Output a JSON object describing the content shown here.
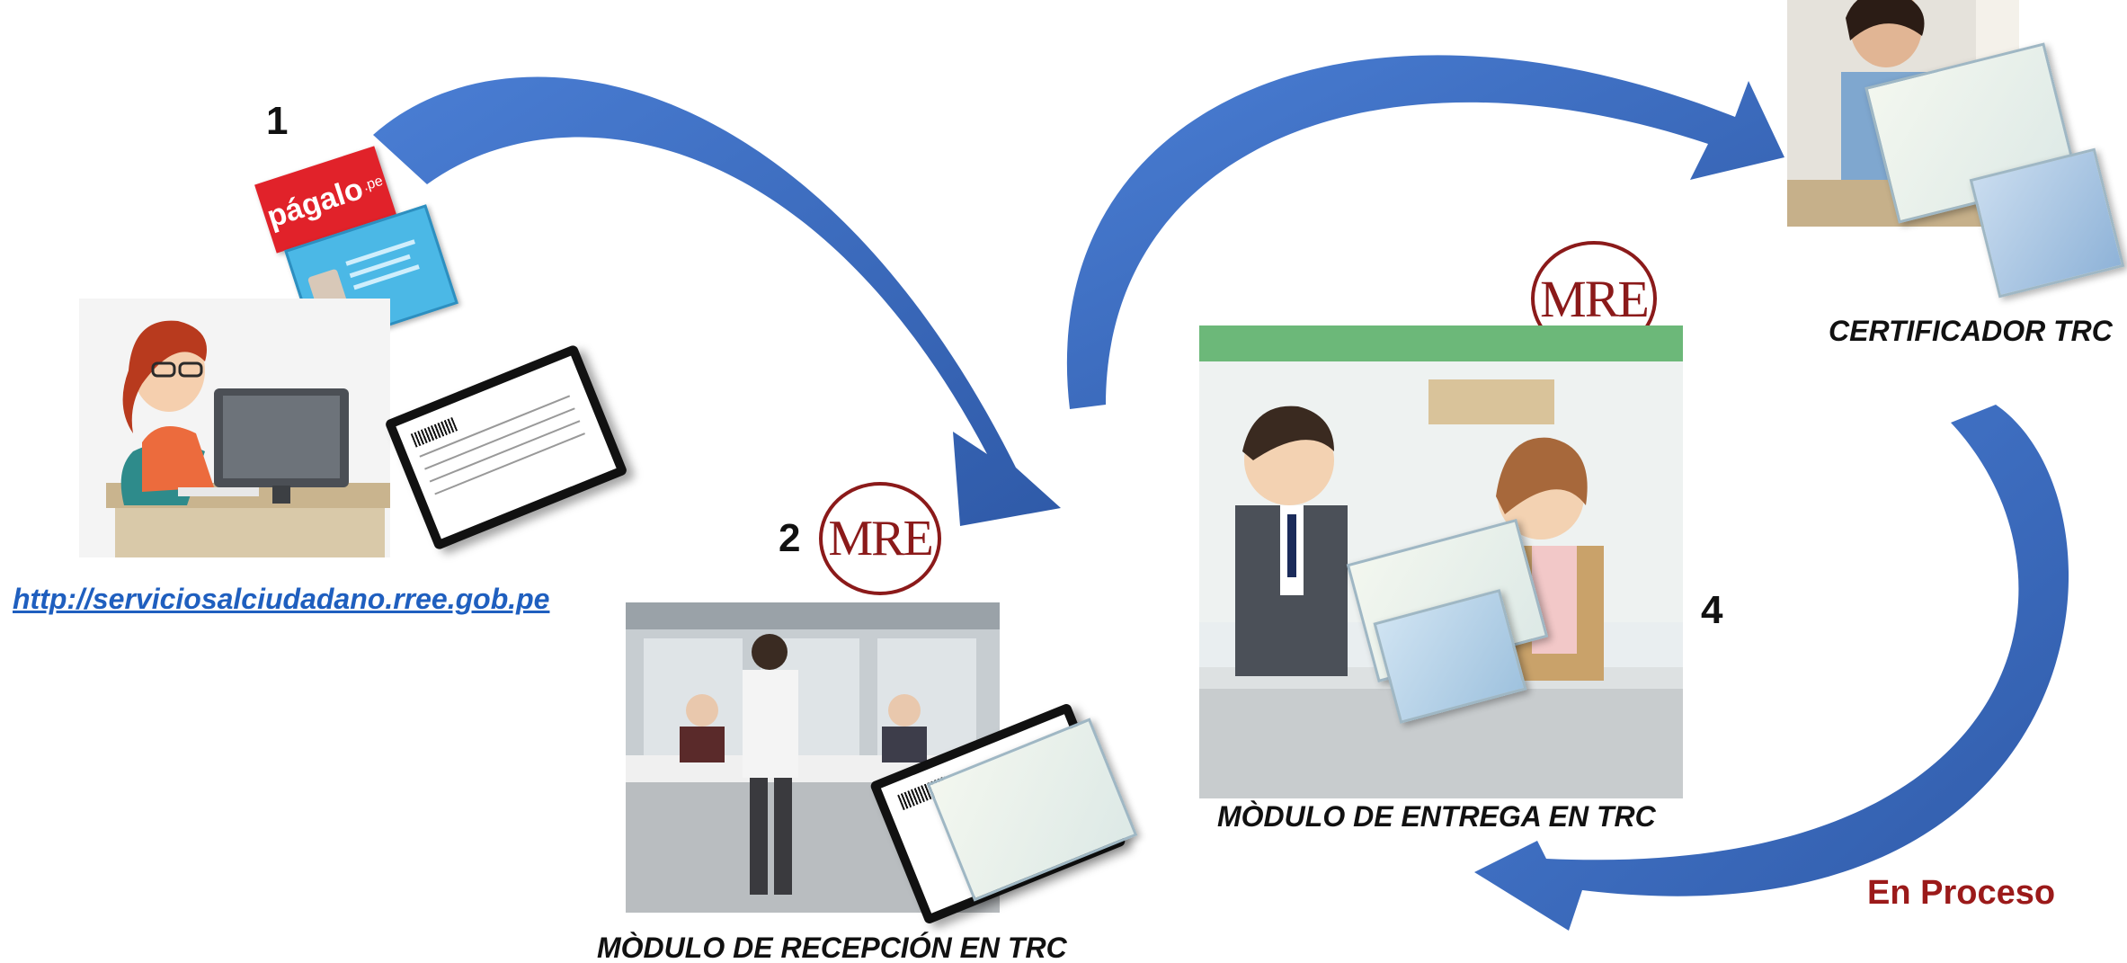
{
  "steps": {
    "step1": {
      "number": "1",
      "link": "http://serviciosalciudadano.rree.gob.pe"
    },
    "step2": {
      "number": "2",
      "caption": "MÒDULO DE RECEPCIÓN EN TRC"
    },
    "step3": {
      "caption": "CERTIFICADOR TRC"
    },
    "step4": {
      "number": "4",
      "caption": "MÒDULO DE ENTREGA EN TRC"
    }
  },
  "logos": {
    "pagalo": "págalo",
    "pagalo_suffix": ".pe",
    "mre": "MRE"
  },
  "status": {
    "label": "En Proceso",
    "color": "#9b1a1a"
  },
  "colors": {
    "arrow": "#3f6fc4",
    "link": "#1f5fbf",
    "seal": "#8b1a1a"
  }
}
